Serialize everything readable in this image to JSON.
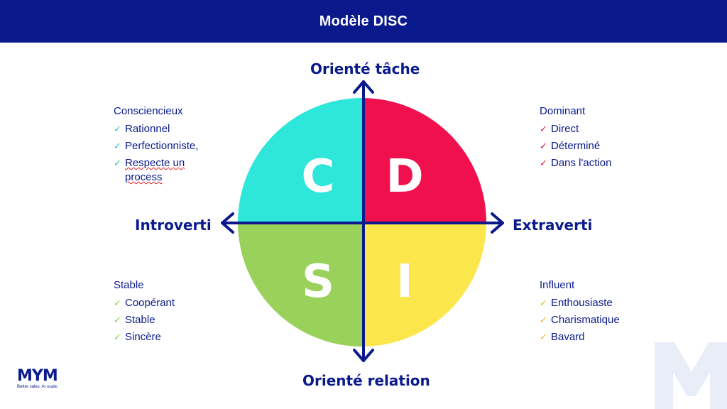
{
  "header": {
    "title": "Modèle DISC"
  },
  "axes": {
    "top": "Orienté tâche",
    "bottom": "Orienté relation",
    "left": "Introverti",
    "right": "Extraverti"
  },
  "quadrants": {
    "c": {
      "letter": "C",
      "color": "#2ee6d9"
    },
    "d": {
      "letter": "D",
      "color": "#f0104e"
    },
    "s": {
      "letter": "S",
      "color": "#99d15a"
    },
    "i": {
      "letter": "I",
      "color": "#fbe64b"
    }
  },
  "groups": {
    "c": {
      "title": "Consciencieux",
      "check_color": "#2ec4b6",
      "items": [
        "Rationnel",
        "Perfectionniste,",
        "Respecte un\nprocess"
      ]
    },
    "d": {
      "title": "Dominant",
      "check_color": "#e0104a",
      "items": [
        "Direct",
        "Déterminé",
        "Dans l'action"
      ]
    },
    "s": {
      "title": "Stable",
      "check_color": "#8fcf4a",
      "items": [
        "Coopérant",
        "Stable",
        "Sincère"
      ]
    },
    "i": {
      "title": "Influent",
      "check_color": "#e8b82a",
      "items": [
        "Enthousiaste",
        "Charismatique",
        "Bavard"
      ]
    }
  },
  "brand": {
    "logo": "MYM",
    "tagline": "Better sales. At scale.",
    "color": "#0a1a8c"
  }
}
